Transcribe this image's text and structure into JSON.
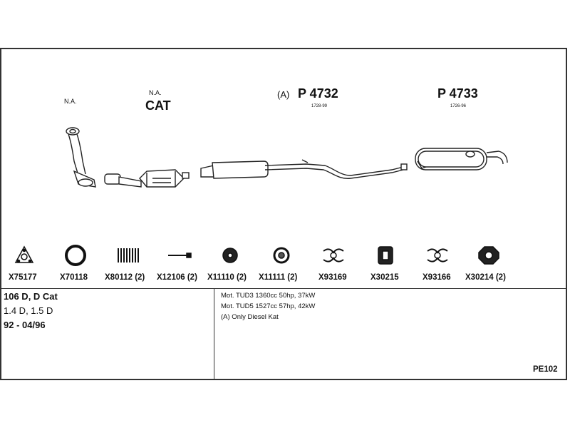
{
  "labels": {
    "na_1": "N.A.",
    "na_2": "N.A.",
    "cat": "CAT",
    "a_marker": "(A)",
    "p4732": "P 4732",
    "p4732_sub": "1728-99",
    "p4733": "P 4733",
    "p4733_sub": "1726-96"
  },
  "parts": [
    {
      "code": "X75177",
      "icon": "triangle-gasket-icon"
    },
    {
      "code": "X70118",
      "icon": "ring-gasket-icon"
    },
    {
      "code": "X80112 (2)",
      "icon": "spring-icon"
    },
    {
      "code": "X12106 (2)",
      "icon": "bolt-icon"
    },
    {
      "code": "X11110 (2)",
      "icon": "rubber-mount-icon"
    },
    {
      "code": "X11111 (2)",
      "icon": "rubber-ring-icon"
    },
    {
      "code": "X93169",
      "icon": "clamp-icon"
    },
    {
      "code": "X30215",
      "icon": "hanger-icon"
    },
    {
      "code": "X93166",
      "icon": "clamp-icon"
    },
    {
      "code": "X30214 (2)",
      "icon": "flange-gasket-icon"
    }
  ],
  "vehicle": {
    "model": "106 D, D Cat",
    "engine": "1.4 D, 1.5 D",
    "years": "92 - 04/96"
  },
  "notes": [
    "Mot. TUD3 1360cc 50hp, 37kW",
    "Mot. TUD5 1527cc 57hp, 42kW",
    "(A) Only Diesel Kat"
  ],
  "ref": "PE102"
}
